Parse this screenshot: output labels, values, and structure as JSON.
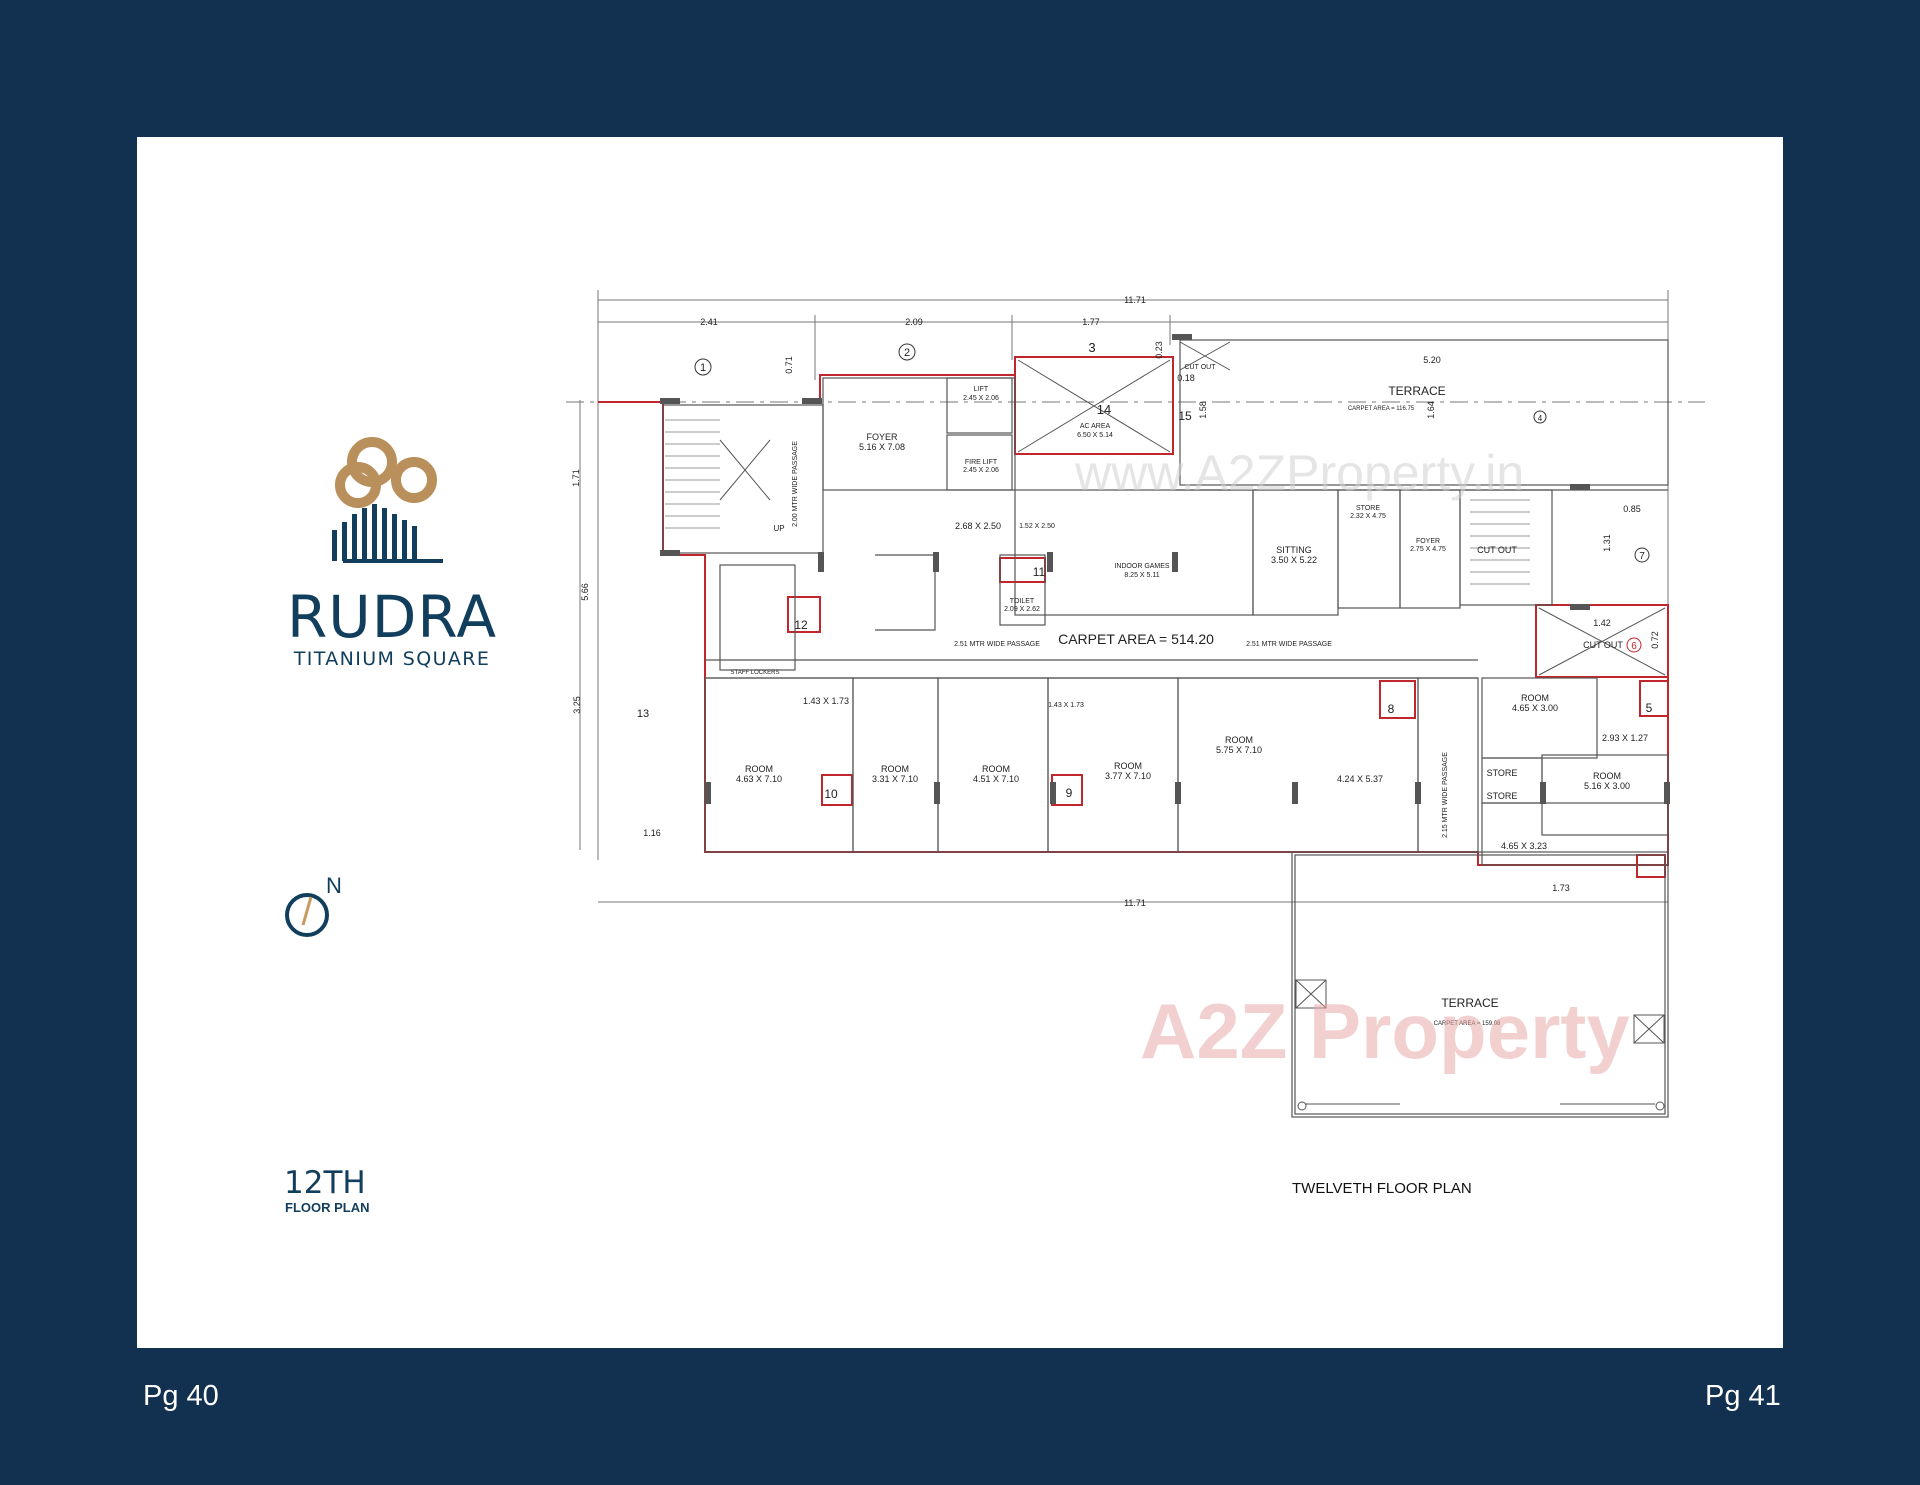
{
  "brand": {
    "name": "RUDRA",
    "subtitle": "TITANIUM SQUARE"
  },
  "floor": {
    "number": "12TH",
    "label": "FLOOR PLAN"
  },
  "plan_caption": "TWELVETH FLOOR PLAN",
  "pages": {
    "left": "Pg 40",
    "right": "Pg 41"
  },
  "compass": "N",
  "watermarks": {
    "top": "www.A2ZProperty.in",
    "bottom": "A2Z Property"
  },
  "plan": {
    "carpet_area": "CARPET AREA = 514.20",
    "terrace_top": {
      "label": "TERRACE",
      "area": "CARPET AREA = 116.75"
    },
    "terrace_bottom": {
      "label": "TERRACE",
      "area": "CARPET AREA = 159.08"
    },
    "rooms": [
      {
        "id": "foyer-1",
        "name": "FOYER",
        "size": "5.16 X 7.08"
      },
      {
        "id": "lift",
        "name": "LIFT",
        "size": "2.45 X 2.06"
      },
      {
        "id": "fire-lift",
        "name": "FIRE LIFT",
        "size": "2.45 X 2.06"
      },
      {
        "id": "ac-area",
        "name": "AC AREA",
        "size": "6.50 X 5.14"
      },
      {
        "id": "indoor-games",
        "name": "INDOOR GAMES",
        "size": "8.25 X 5.11"
      },
      {
        "id": "sitting",
        "name": "SITTING",
        "size": "3.50 X 5.22"
      },
      {
        "id": "store-1",
        "name": "STORE",
        "size": "2.32 X 4.75"
      },
      {
        "id": "foyer-2",
        "name": "FOYER",
        "size": "2.75 X 4.75"
      },
      {
        "id": "room-a",
        "name": "ROOM",
        "size": "4.63 X 7.10"
      },
      {
        "id": "room-b",
        "name": "ROOM",
        "size": "3.31 X 7.10"
      },
      {
        "id": "room-c",
        "name": "ROOM",
        "size": "4.51 X 7.10"
      },
      {
        "id": "room-d",
        "name": "ROOM",
        "size": "3.77 X 7.10"
      },
      {
        "id": "room-e",
        "name": "ROOM",
        "size": "5.75 X 7.10"
      },
      {
        "id": "room-f",
        "name": "ROOM",
        "size": "4.65 X 3.00"
      },
      {
        "id": "room-g",
        "name": "ROOM",
        "size": "5.16 X 3.00"
      },
      {
        "id": "toilet-1",
        "name": "TOILET",
        "size": "2.09 X 2.62"
      }
    ],
    "labels": {
      "cut_out": "CUT OUT",
      "store": "STORE",
      "staff_lockers": "STAFF LOCKERS",
      "passage_left": "2.51 MTR WIDE PASSAGE",
      "passage_right": "2.51 MTR WIDE PASSAGE",
      "passage_vertical": "2.00 MTR WIDE PASSAGE",
      "passage_right_vertical": "2.15 MTR WIDE PASSAGE",
      "up": "UP",
      "dim_2_68": "2.68 X 2.50",
      "dim_1_52": "1.52 X 2.50",
      "dim_1_43a": "1.43 X 1.73",
      "dim_1_43b": "1.43 X 1.73",
      "dim_4_24": "4.24 X 5.37",
      "dim_2_93": "2.93 X 1.27",
      "dim_4_65": "4.65 X 3.23"
    },
    "dimensions": {
      "overall": "11.71",
      "d1": "2.41",
      "d2": "2.09",
      "d3": "1.77",
      "d_520": "5.20",
      "d_023": "0.23",
      "d_071": "0.71",
      "d_018": "0.18",
      "d_158": "1.58",
      "d_164": "1.64",
      "d_085": "0.85",
      "d_131": "1.31",
      "d_171": "1.71",
      "d_566": "5.66",
      "d_325": "3.25",
      "d_116": "1.16",
      "d_173": "1.73",
      "d_142": "1.42",
      "d_072": "0.72"
    },
    "markers": [
      "1",
      "2",
      "3",
      "4",
      "5",
      "6",
      "7",
      "8",
      "9",
      "10",
      "11",
      "12",
      "13",
      "14",
      "15"
    ]
  }
}
